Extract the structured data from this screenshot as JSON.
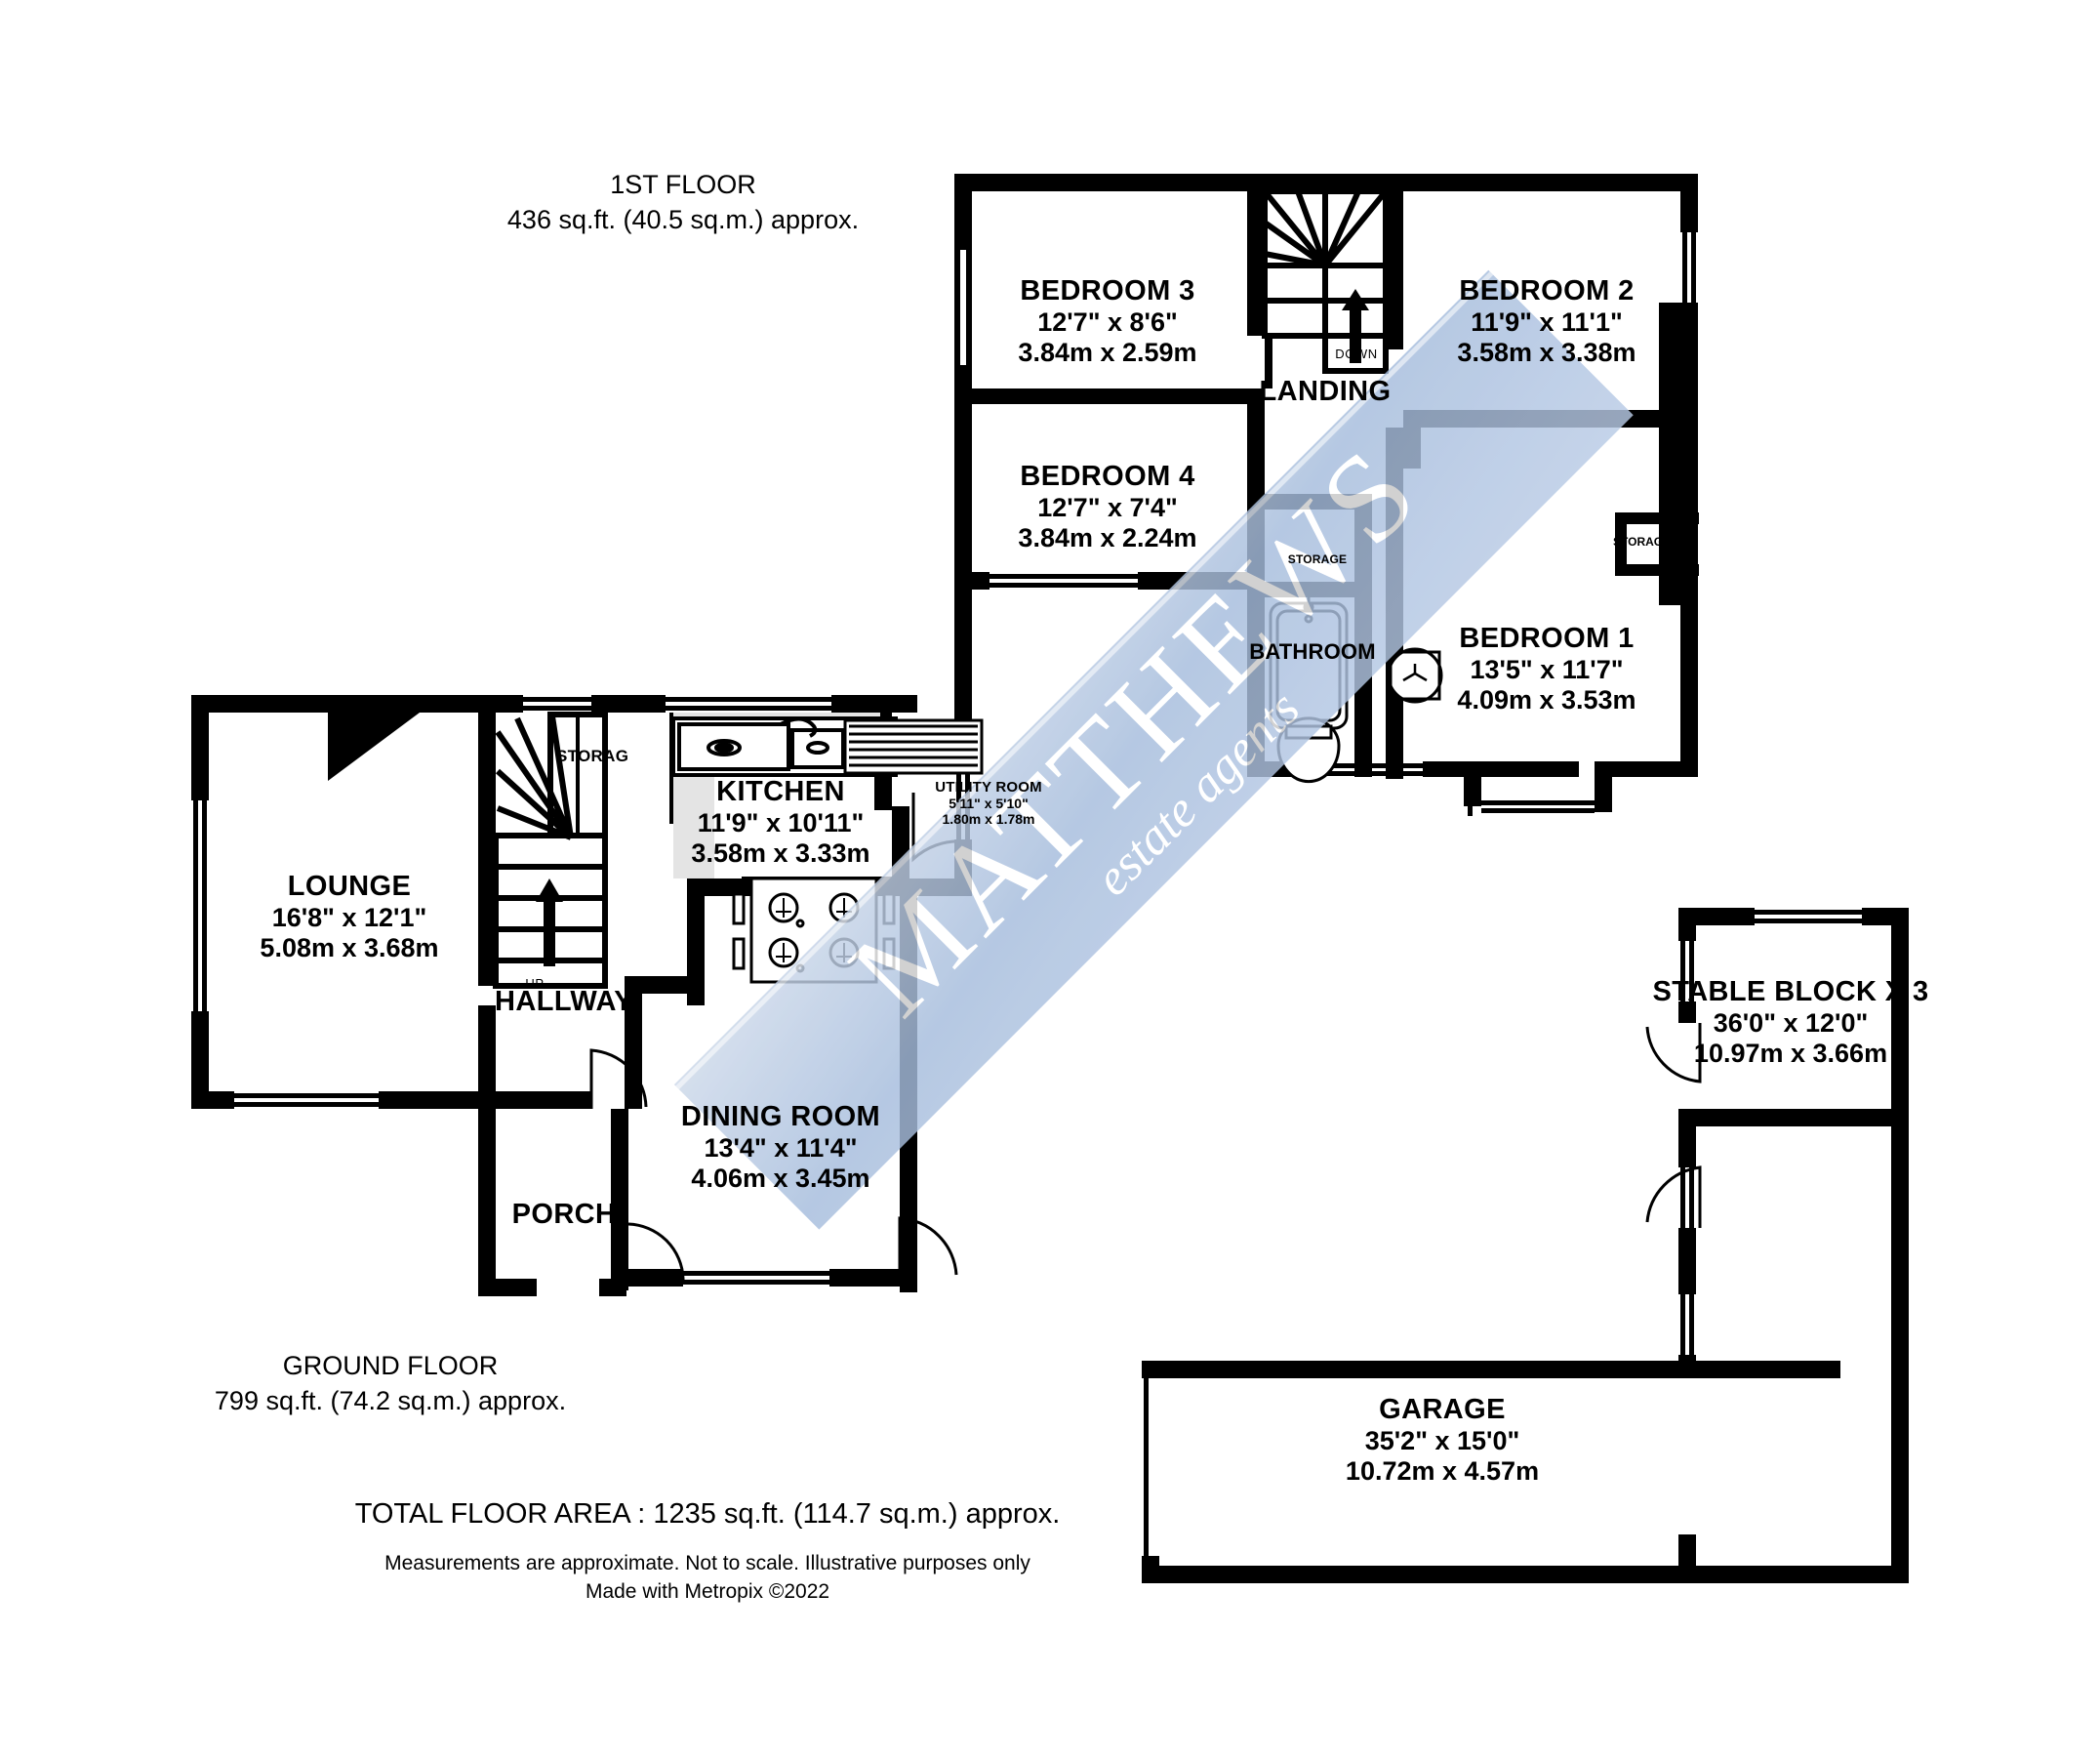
{
  "meta": {
    "wall_color": "#000000",
    "watermark_color": "#a8bedd",
    "fill_color": "#e4e4e4"
  },
  "first_floor": {
    "title": "1ST FLOOR",
    "area": "436 sq.ft. (40.5 sq.m.) approx.",
    "rooms": [
      {
        "name": "BEDROOM 3",
        "imperial": "12'7\"  x 8'6\"",
        "metric": "3.84m  x 2.59m"
      },
      {
        "name": "BEDROOM 2",
        "imperial": "11'9\"  x 11'1\"",
        "metric": "3.58m  x 3.38m"
      },
      {
        "name": "BEDROOM 4",
        "imperial": "12'7\"  x 7'4\"",
        "metric": "3.84m  x 2.24m"
      },
      {
        "name": "BEDROOM 1",
        "imperial": "13'5\"  x 11'7\"",
        "metric": "4.09m  x 3.53m"
      }
    ],
    "labels": {
      "landing": "LANDING",
      "bathroom": "BATHROOM",
      "down": "DOWN",
      "storage_centre": "STORAGE",
      "storage_right": "STORAG"
    }
  },
  "ground_floor": {
    "title": "GROUND FLOOR",
    "area": "799 sq.ft. (74.2 sq.m.) approx.",
    "rooms": [
      {
        "name": "LOUNGE",
        "imperial": "16'8\"  x 12'1\"",
        "metric": "5.08m  x 3.68m"
      },
      {
        "name": "KITCHEN",
        "imperial": "11'9\"  x 10'11\"",
        "metric": "3.58m  x 3.33m"
      },
      {
        "name": "DINING ROOM",
        "imperial": "13'4\"  x 11'4\"",
        "metric": "4.06m  x 3.45m"
      }
    ],
    "utility": {
      "name": "UTILITY ROOM",
      "imperial": "5'11\"  x 5'10\"",
      "metric": "1.80m  x 1.78m"
    },
    "labels": {
      "hallway": "HALLWAY",
      "porch": "PORCH",
      "up": "UP",
      "storage": "STORAG"
    }
  },
  "outbuildings": {
    "rooms": [
      {
        "name": "STABLE BLOCK X 3",
        "imperial": "36'0\"  x 12'0\"",
        "metric": "10.97m  x 3.66m"
      },
      {
        "name": "GARAGE",
        "imperial": "35'2\"  x 15'0\"",
        "metric": "10.72m  x 4.57m"
      }
    ]
  },
  "footer": {
    "total": "TOTAL FLOOR AREA : 1235 sq.ft. (114.7 sq.m.) approx.",
    "disclaimer_1": "Measurements are approximate.  Not to scale.  Illustrative purposes only",
    "disclaimer_2": "Made with Metropix ©2022"
  },
  "watermark": {
    "brand": "MATTHEWS",
    "tagline": "estate agents"
  }
}
